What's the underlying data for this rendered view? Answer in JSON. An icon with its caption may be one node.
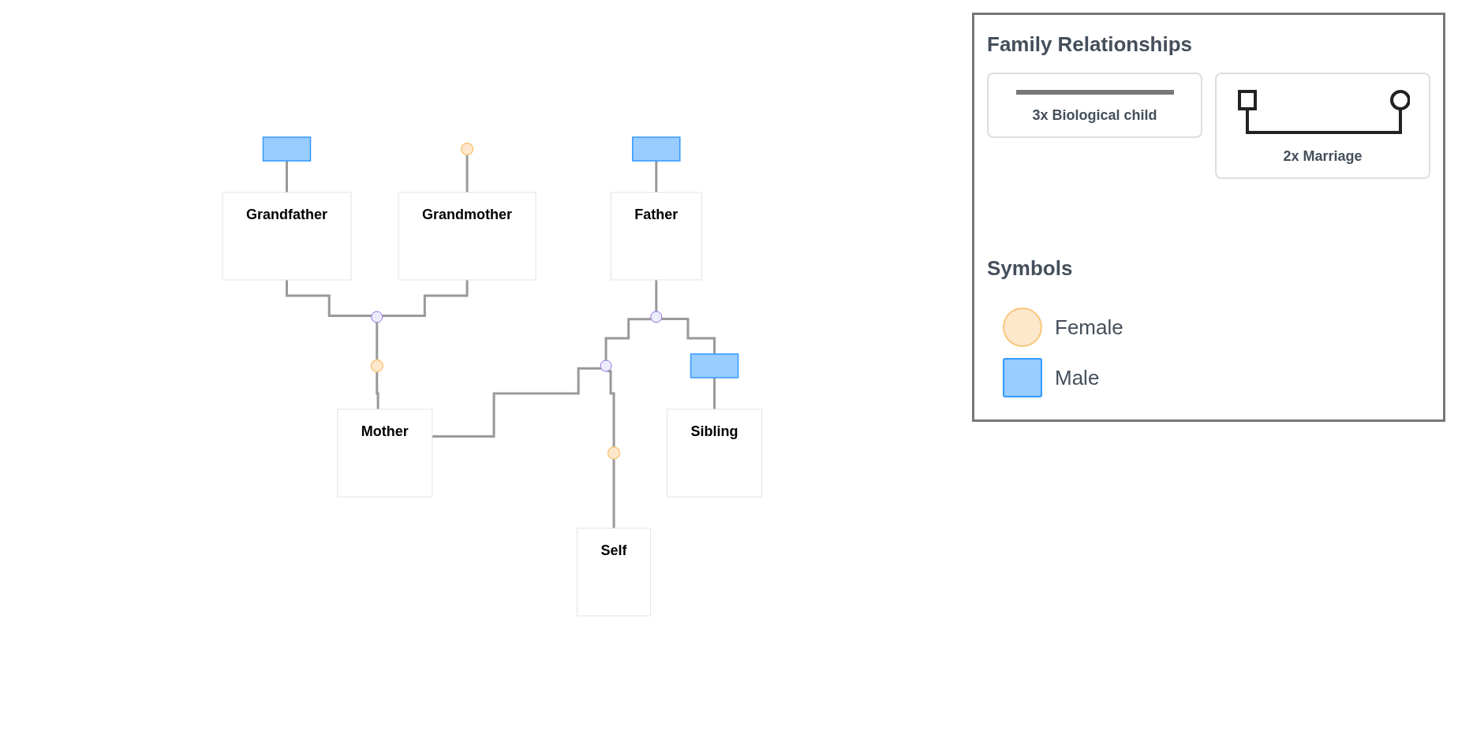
{
  "diagram": {
    "nodes": [
      {
        "text": [],
        "shape": "box"
      },
      {
        "text": [
          "Grandfather"
        ]
      },
      {
        "text": [],
        "shape": "circle"
      },
      {
        "text": [
          "Grandmother"
        ]
      },
      {
        "text": [],
        "shape": "dot"
      },
      {
        "text": [],
        "shape": "box"
      },
      {
        "text": [
          "Father"
        ]
      },
      {
        "text": [],
        "shape": "circle"
      },
      {
        "text": [
          "Mother"
        ]
      },
      {
        "text": [],
        "shape": "dot"
      },
      {
        "text": [],
        "shape": "dot"
      },
      {
        "text": [],
        "shape": "box"
      },
      {
        "text": [
          "Sibling"
        ]
      },
      {
        "text": [],
        "shape": "circle"
      },
      {
        "text": [
          "Self"
        ]
      }
    ],
    "edges": [
      {
        "from": 0,
        "to": 1,
        "arrow": "none"
      },
      {
        "from": 2,
        "to": 3,
        "arrow": "none"
      },
      {
        "from": 1,
        "to": 4,
        "arrow": "none"
      },
      {
        "from": 3,
        "to": 4,
        "arrow": "none"
      },
      {
        "from": 4,
        "to": 7,
        "arrow": "none"
      },
      {
        "from": 7,
        "to": 8,
        "arrow": "none"
      },
      {
        "from": 5,
        "to": 6,
        "arrow": "none"
      },
      {
        "from": 6,
        "to": 9,
        "arrow": "none"
      },
      {
        "from": 9,
        "to": 10,
        "arrow": "none"
      },
      {
        "from": 10,
        "to": 8,
        "arrow": "none"
      },
      {
        "from": 9,
        "to": 11,
        "arrow": "none"
      },
      {
        "from": 11,
        "to": 12,
        "arrow": "none"
      },
      {
        "from": 10,
        "to": 13,
        "arrow": "none"
      },
      {
        "from": 13,
        "to": 14,
        "arrow": "none"
      }
    ],
    "labels": [
      "Family Relationships",
      "Symbols"
    ],
    "legend": [
      {
        "text": "3x Biological child"
      },
      {
        "text": "2x Marriage"
      },
      {
        "text": "Female",
        "color": "#fde8cc"
      },
      {
        "text": "Male",
        "color": "#99ccff"
      }
    ]
  }
}
